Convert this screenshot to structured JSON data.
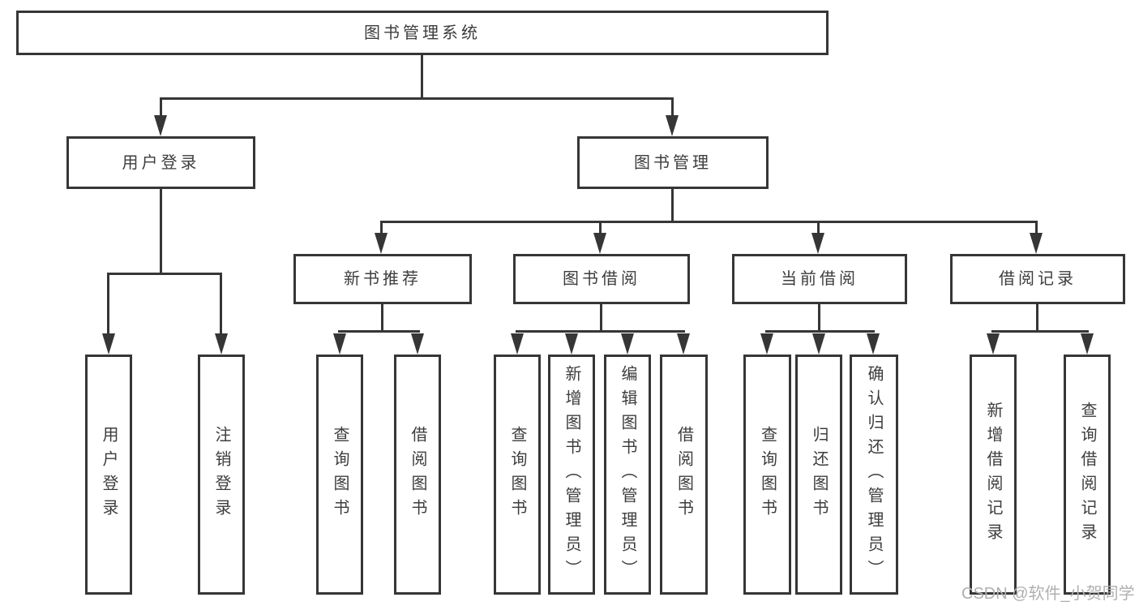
{
  "tree": {
    "root": {
      "label": "图书管理系统"
    },
    "user_login": {
      "label": "用户登录",
      "children": [
        {
          "label": "用户登录"
        },
        {
          "label": "注销登录"
        }
      ]
    },
    "book_mgmt": {
      "label": "图书管理",
      "groups": [
        {
          "label": "新书推荐",
          "children": [
            {
              "label": "查询图书"
            },
            {
              "label": "借阅图书"
            }
          ]
        },
        {
          "label": "图书借阅",
          "children": [
            {
              "label": "查询图书"
            },
            {
              "label": "新增图书（管理员）"
            },
            {
              "label": "编辑图书（管理员）"
            },
            {
              "label": "借阅图书"
            }
          ]
        },
        {
          "label": "当前借阅",
          "children": [
            {
              "label": "查询图书"
            },
            {
              "label": "归还图书"
            },
            {
              "label": "确认归还（管理员）"
            }
          ]
        },
        {
          "label": "借阅记录",
          "children": [
            {
              "label": "新增借阅记录"
            },
            {
              "label": "查询借阅记录"
            }
          ]
        }
      ]
    }
  },
  "watermark": {
    "text": "CSDN @软件_小贺同学"
  },
  "colors": {
    "line": "#363636",
    "box_border": "#363636",
    "text": "#3d3d3d",
    "watermark": "#b0b0b0",
    "background": "#ffffff"
  }
}
